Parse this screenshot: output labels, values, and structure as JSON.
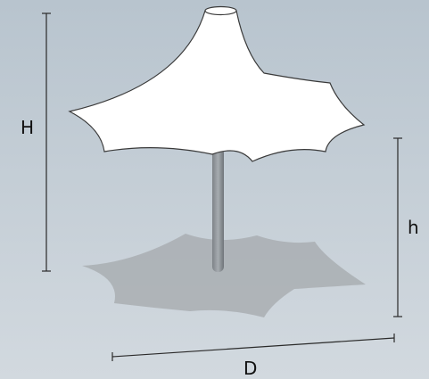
{
  "labels": {
    "overall_height": "H",
    "clear_height": "h",
    "diameter": "D"
  },
  "colors": {
    "background_top": "#b9c5cf",
    "background_bottom": "#d0d8de",
    "canopy": "#ffffff",
    "canopy_stroke": "#3b3b3b",
    "pole": "#8f9499",
    "shadow": "#a8adb1",
    "dimension_line": "#2a2a2a"
  }
}
